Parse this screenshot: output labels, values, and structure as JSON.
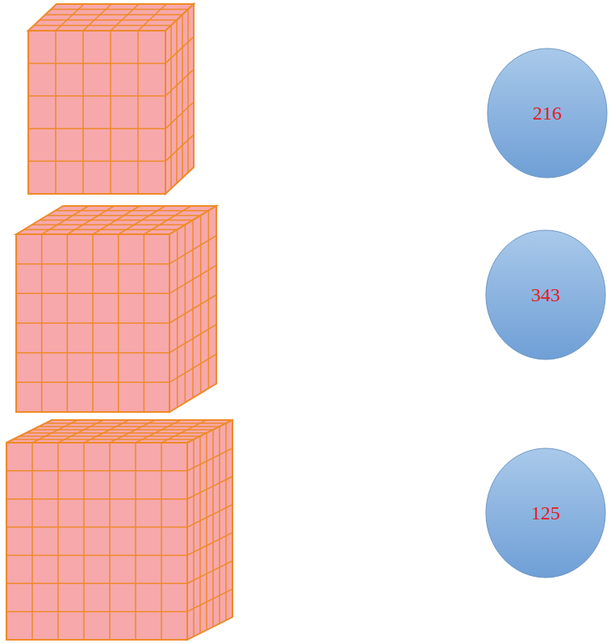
{
  "diagram": {
    "nodes": [
      {
        "text": [
          "216"
        ]
      },
      {
        "text": [
          "343"
        ]
      },
      {
        "text": [
          "125"
        ]
      }
    ]
  }
}
